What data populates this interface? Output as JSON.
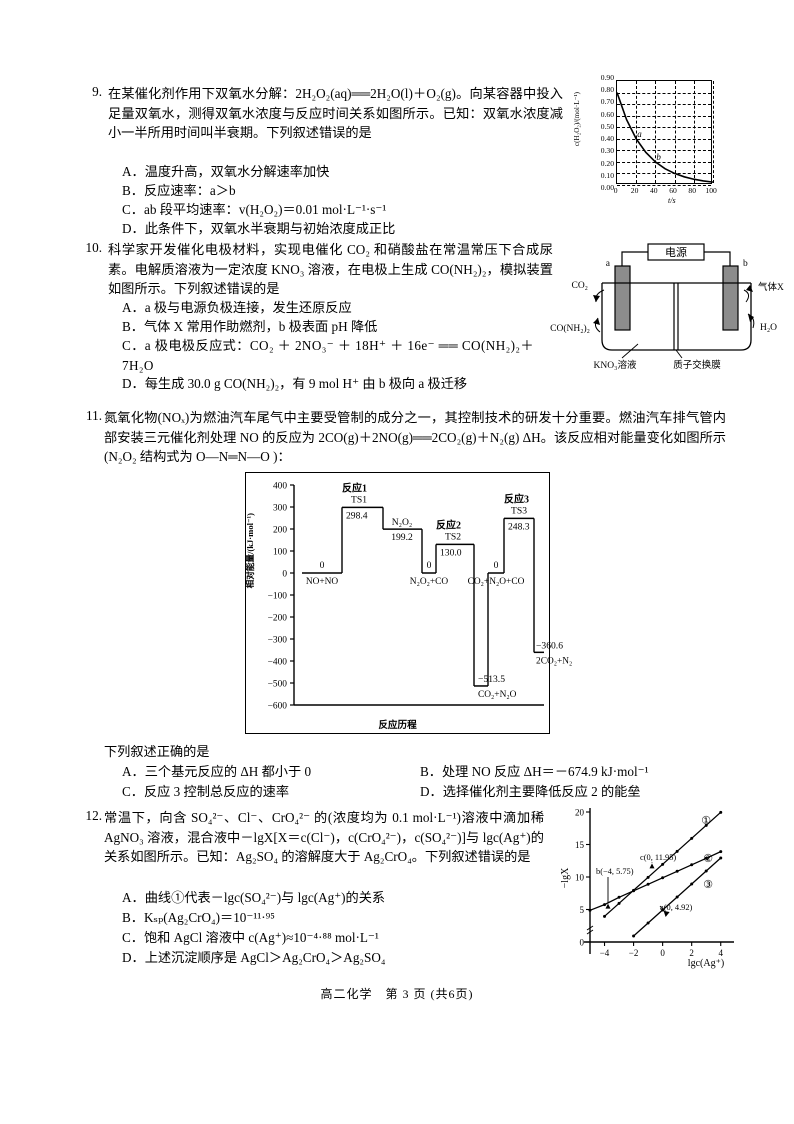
{
  "footer": {
    "text": "高二化学　第 3 页 (共6页)"
  },
  "q9": {
    "number": "9.",
    "stem": "在某催化剂作用下双氧水分解：2H₂O₂(aq)══2H₂O(l)＋O₂(g)。向某容器中投入足量双氧水，测得双氧水浓度与反应时间关系如图所示。已知：双氧水浓度减小一半所用时间叫半衰期。下列叙述错误的是",
    "options": [
      "A．温度升高，双氧水分解速率加快",
      "B．反应速率：a＞b",
      "C．ab 段平均速率：v(H₂O₂)＝0.01 mol·L⁻¹·s⁻¹",
      "D．此条件下，双氧水半衰期与初始浓度成正比"
    ],
    "chart_data": {
      "type": "line",
      "title": "",
      "xlabel": "t/s",
      "ylabel": "c(H₂O₂)/(mol·L⁻¹)",
      "xlim": [
        0,
        100
      ],
      "ylim": [
        0,
        0.9
      ],
      "xticks": [
        0,
        20,
        40,
        60,
        80,
        100
      ],
      "yticks": [
        "0.90",
        "0.80",
        "0.70",
        "0.60",
        "0.50",
        "0.40",
        "0.30",
        "0.20",
        "0.10",
        "0.00"
      ],
      "grid": true,
      "annotations": [
        {
          "label": "a",
          "x": 20,
          "y": 0.4
        },
        {
          "label": "b",
          "x": 40,
          "y": 0.2
        }
      ],
      "series": [
        {
          "name": "c(H₂O₂)",
          "x": [
            0,
            10,
            20,
            30,
            40,
            50,
            60,
            70,
            80,
            90,
            100
          ],
          "y": [
            0.8,
            0.565,
            0.4,
            0.283,
            0.2,
            0.141,
            0.1,
            0.071,
            0.05,
            0.035,
            0.025
          ]
        }
      ]
    }
  },
  "q10": {
    "number": "10.",
    "stem": "科学家开发催化电极材料，实现电催化 CO₂ 和硝酸盐在常温常压下合成尿素。电解质溶液为一定浓度 KNO₃ 溶液，在电极上生成 CO(NH₂)₂，模拟装置如图所示。下列叙述错误的是",
    "options": [
      "A．a 极与电源负极连接，发生还原反应",
      "B．气体 X 常用作助燃剂，b 极表面 pH 降低",
      "C．a 极电极反应式：CO₂ ＋ 2NO₃⁻ ＋ 18H⁺ ＋ 16e⁻ ══ CO(NH₂)₂＋7H₂O",
      "D．每生成 30.0 g CO(NH₂)₂，有 9 mol H⁺ 由 b 极向 a 极迁移"
    ],
    "diagram": {
      "power_supply": "电源",
      "electrode_a": "a",
      "electrode_b": "b",
      "left_in": "CO₂",
      "left_out": "CO(NH₂)₂",
      "right_out": "气体X",
      "right_in": "H₂O",
      "electrolyte": "KNO₃溶液",
      "membrane": "质子交换膜"
    }
  },
  "q11": {
    "number": "11.",
    "stem": "氮氧化物(NOₓ)为燃油汽车尾气中主要受管制的成分之一，其控制技术的研发十分重要。燃油汽车排气管内部安装三元催化剂处理 NO 的反应为 2CO(g)＋2NO(g)══2CO₂(g)＋N₂(g) ΔH。该反应相对能量变化如图所示(N₂O₂ 结构式为 O—N═N—O )：",
    "prompt": "下列叙述正确的是",
    "options": [
      "A．三个基元反应的 ΔH 都小于 0",
      "B．处理 NO 反应 ΔH＝－674.9 kJ·mol⁻¹",
      "C．反应 3 控制总反应的速率",
      "D．选择催化剂主要降低反应 2 的能垒"
    ],
    "chart_data": {
      "type": "line",
      "title": "",
      "xlabel": "反应历程",
      "ylabel": "相对能量/(kJ·mol⁻¹)",
      "ylim": [
        -600,
        400
      ],
      "yticks": [
        400,
        300,
        200,
        100,
        0,
        -100,
        -200,
        -300,
        -400,
        -500,
        -600
      ],
      "grid": false,
      "levels": [
        {
          "label": "NO+NO",
          "value": "0",
          "y": 0
        },
        {
          "label": "TS1",
          "value": "298.4",
          "y": 298.4,
          "reaction": "反应1"
        },
        {
          "label": "N₂O₂",
          "value": "199.2",
          "y": 199.2
        },
        {
          "label": "N₂O₂+CO",
          "value": "0",
          "y": 0
        },
        {
          "label": "TS2",
          "value": "130.0",
          "y": 130.0,
          "reaction": "反应2"
        },
        {
          "label": "CO₂+N₂O",
          "value": "−513.5",
          "y": -513.5
        },
        {
          "label": "CO₂+N₂O+CO",
          "value": "0",
          "y": 0
        },
        {
          "label": "TS3",
          "value": "248.3",
          "y": 248.3,
          "reaction": "反应3"
        },
        {
          "label": "2CO₂+N₂",
          "value": "−360.6",
          "y": -360.6
        }
      ]
    }
  },
  "q12": {
    "number": "12.",
    "stem": "常温下，向含 SO₄²⁻、Cl⁻、CrO₄²⁻ 的(浓度均为 0.1 mol·L⁻¹)溶液中滴加稀 AgNO₃ 溶液，混合液中－lgX[X＝c(Cl⁻)，c(CrO₄²⁻)，c(SO₄²⁻)]与 lgc(Ag⁺)的关系如图所示。已知：Ag₂SO₄ 的溶解度大于 Ag₂CrO₄。下列叙述错误的是",
    "options": [
      "A．曲线①代表－lgc(SO₄²⁻)与 lgc(Ag⁺)的关系",
      "B．Kₛₚ(Ag₂CrO₄)＝10⁻¹¹·⁹⁵",
      "C．饱和 AgCl 溶液中 c(Ag⁺)≈10⁻⁴·⁸⁸ mol·L⁻¹",
      "D．上述沉淀顺序是 AgCl＞Ag₂CrO₄＞Ag₂SO₄"
    ],
    "chart_data": {
      "type": "line",
      "title": "",
      "xlabel": "lgc(Ag⁺)",
      "ylabel": "−lgX",
      "xlim": [
        -5,
        4.5
      ],
      "ylim": [
        0,
        20
      ],
      "xticks": [
        -4,
        -2,
        0,
        2,
        4
      ],
      "yticks": [
        0,
        5,
        10,
        15,
        20
      ],
      "grid": false,
      "annotations": [
        {
          "label": "b(−4, 5.75)",
          "x": -4,
          "y": 5.75
        },
        {
          "label": "c(0, 11.95)",
          "x": 0,
          "y": 11.95
        },
        {
          "label": "a(0, 4.92)",
          "x": 0,
          "y": 4.92
        }
      ],
      "series": [
        {
          "name": "①",
          "x": [
            -4,
            -3,
            -2,
            -1,
            0,
            1,
            2,
            3,
            4
          ],
          "y": [
            3.95,
            5.95,
            7.95,
            9.95,
            11.95,
            13.95,
            15.95,
            17.95,
            19.95
          ]
        },
        {
          "name": "②",
          "x": [
            -5,
            -4,
            -3,
            -2,
            -1,
            0,
            1,
            2,
            3,
            4
          ],
          "y": [
            4.88,
            5.75,
            6.88,
            7.88,
            8.88,
            9.88,
            10.88,
            11.88,
            12.88,
            13.9
          ]
        },
        {
          "name": "③",
          "x": [
            -2,
            -1,
            0,
            1,
            2,
            3,
            4
          ],
          "y": [
            0.92,
            2.92,
            4.92,
            6.92,
            8.92,
            10.92,
            12.92
          ]
        }
      ]
    }
  }
}
